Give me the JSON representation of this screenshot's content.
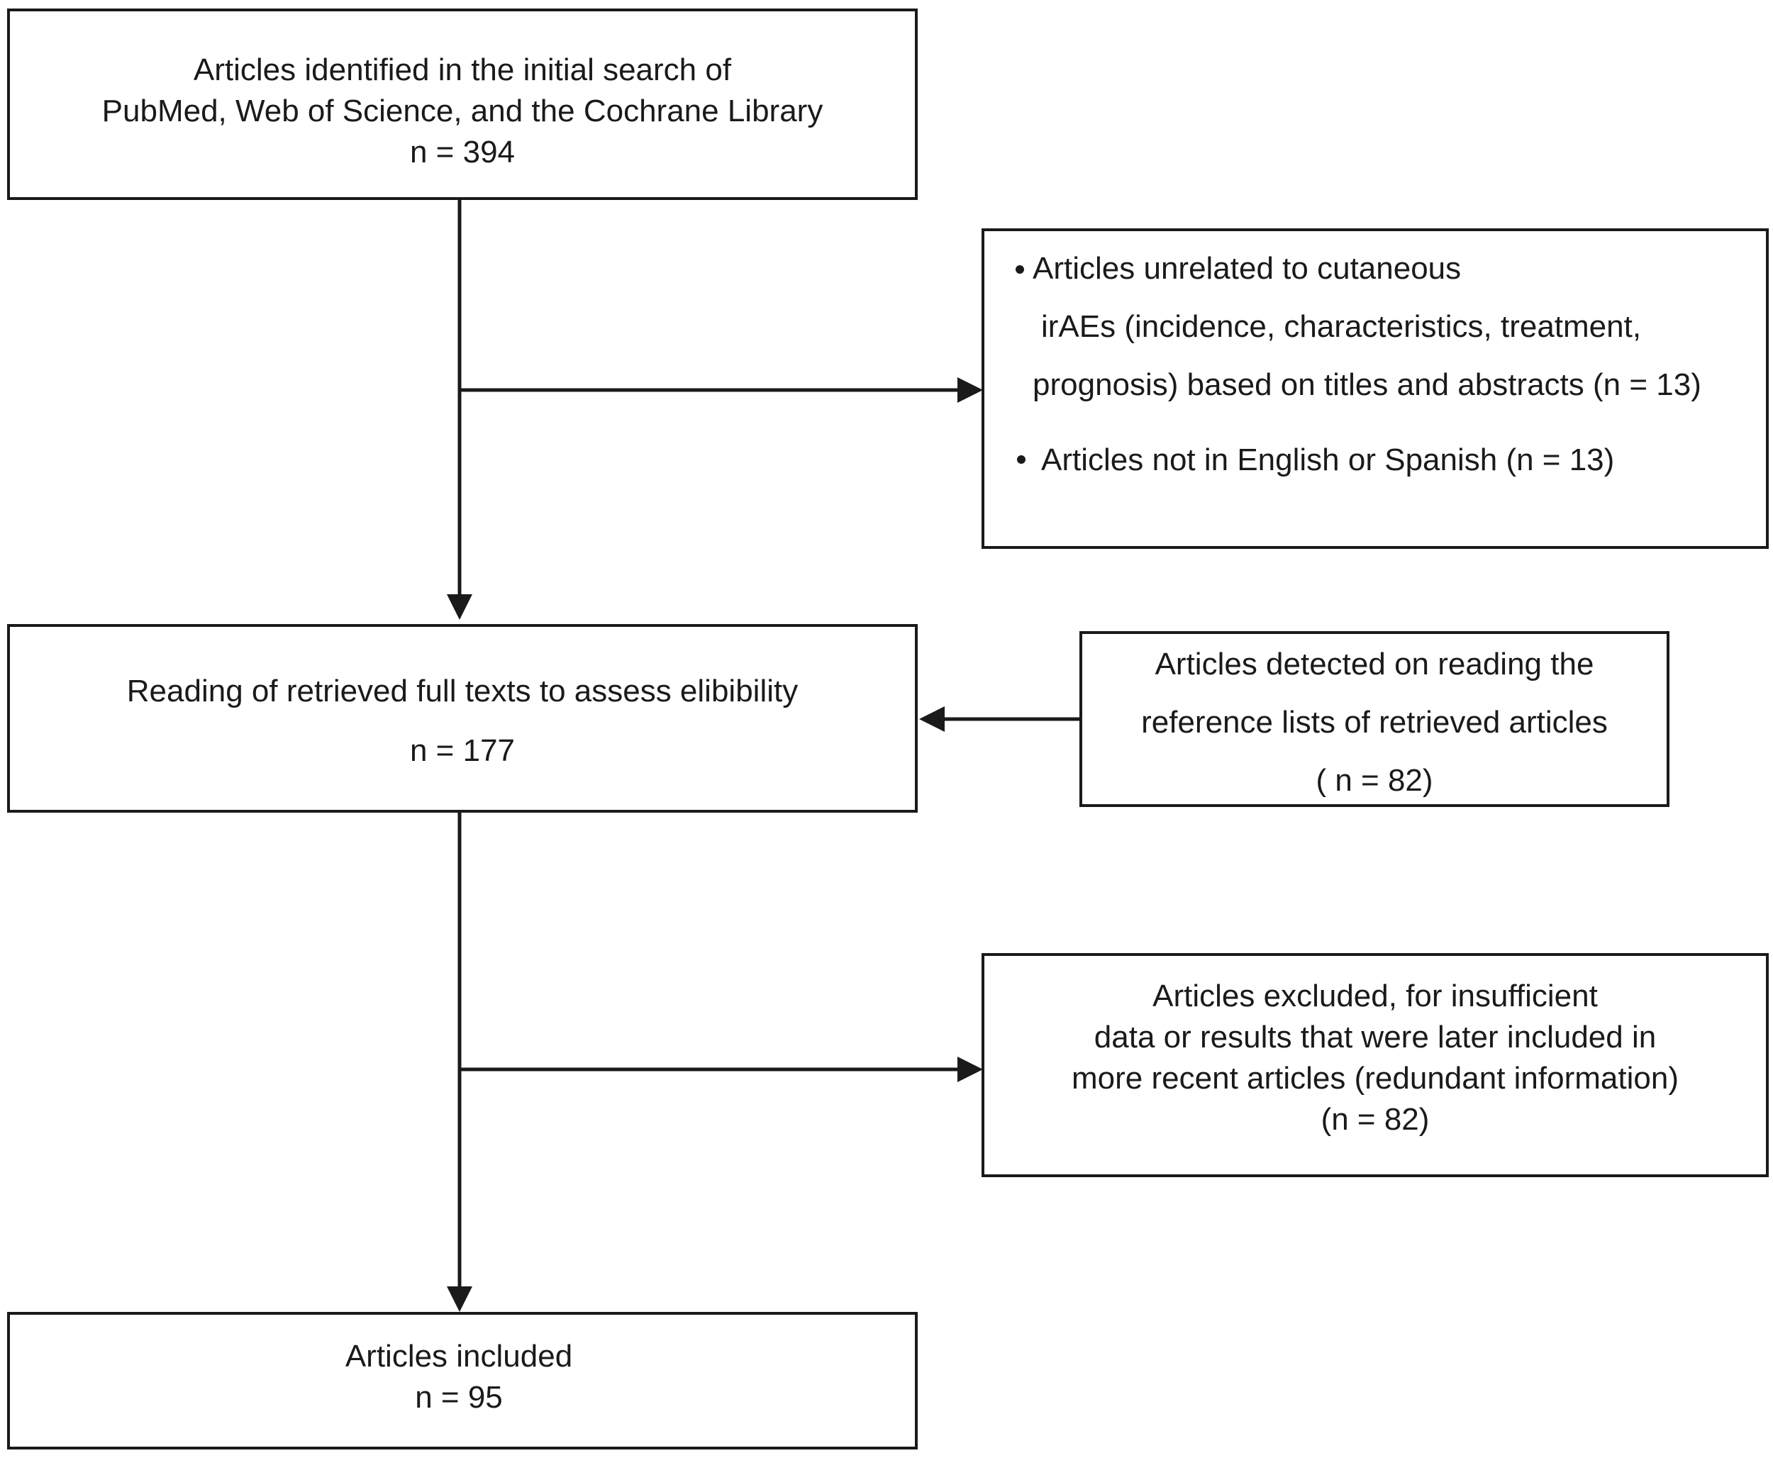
{
  "flow": {
    "search": {
      "lines": [
        "Articles identified in the initial search of",
        "PubMed, Web of Science, and the Cochrane Library",
        "n = 394"
      ]
    },
    "excluded_screening": {
      "bullet1_lines": [
        "Articles unrelated to cutaneous",
        "irAEs (incidence, characteristics, treatment,",
        "prognosis) based on titles and abstracts (n = 13)"
      ],
      "bullet2": "Articles not in English or Spanish (n = 13)"
    },
    "full_text": {
      "line1": "Reading of retrieved full texts  to assess elibibility",
      "line2": "n = 177"
    },
    "reference_lists": {
      "lines": [
        "Articles detected on reading the",
        "reference lists of retrieved articles",
        "( n = 82)"
      ]
    },
    "excluded_full_text": {
      "lines": [
        "Articles excluded, for insufficient",
        "data or results that were later included in",
        "more recent articles (redundant information)",
        "(n = 82)"
      ]
    },
    "included": {
      "lines": [
        "Articles included",
        "n = 95"
      ]
    }
  }
}
